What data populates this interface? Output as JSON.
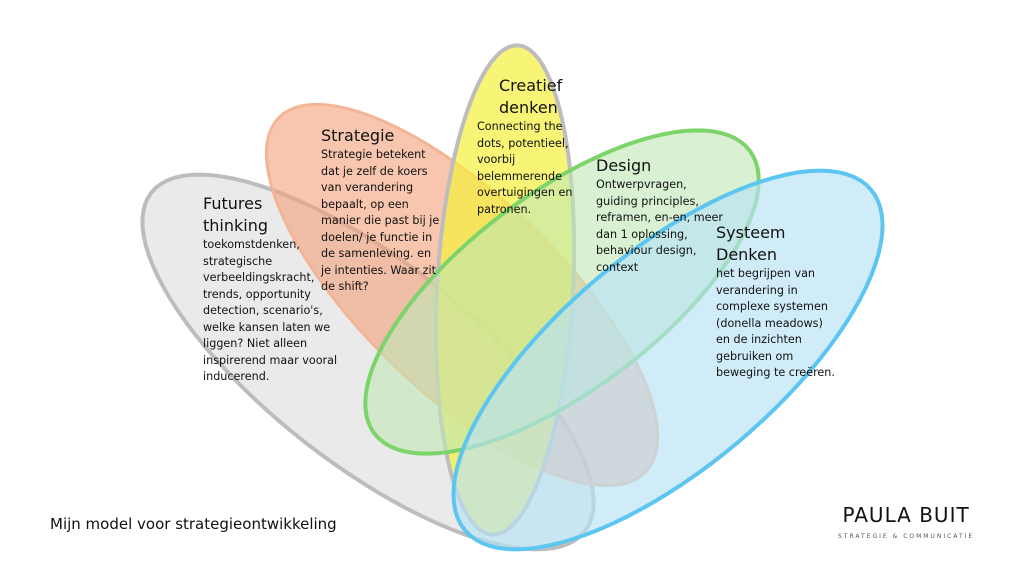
{
  "colors": {
    "futures": "#e6e6e6",
    "strategie": "#f4a07a",
    "creatief": "#f5f03c",
    "design": "#bfe8b4",
    "systeem": "#b8e2f6"
  },
  "circles": [
    {
      "title": "Futures\nthinking",
      "text": "toekomstdenken,\nstrategische\nverbeeldingskracht,\ntrends, opportunity\ndetection, scenario's,\nwelke kansen laten we\nliggen? Niet alleen\ninspirerend maar vooral\ninducerend."
    },
    {
      "title": "Strategie",
      "text": "Strategie betekent\ndat je zelf de koers\nvan verandering\nbepaalt, op een\nmanier die past bij je\ndoelen/ je functie in\nde samenleving. en\nje intenties. Waar zit\nde shift?"
    },
    {
      "title": "Creatief\ndenken",
      "text": "Connecting the\ndots, potentieel,\nvoorbij\nbelemmerende\novertuigingen en\npatronen."
    },
    {
      "title": "Design",
      "text": "Ontwerpvragen,\nguiding principles,\nreframen, en-en, meer\ndan 1 oplossing,\nbehaviour design,\ncontext"
    },
    {
      "title": "Systeem\nDenken",
      "text": "het begrijpen van\nverandering in\ncomplexe systemen\n(donella meadows)\nen de inzichten\ngebruiken om\nbeweging te creëren."
    }
  ],
  "caption": "Mijn model voor strategieontwikkeling",
  "logo": {
    "name": "PAULA BUIT",
    "tagline": "STRATEGIE & COMMUNICATIE"
  }
}
